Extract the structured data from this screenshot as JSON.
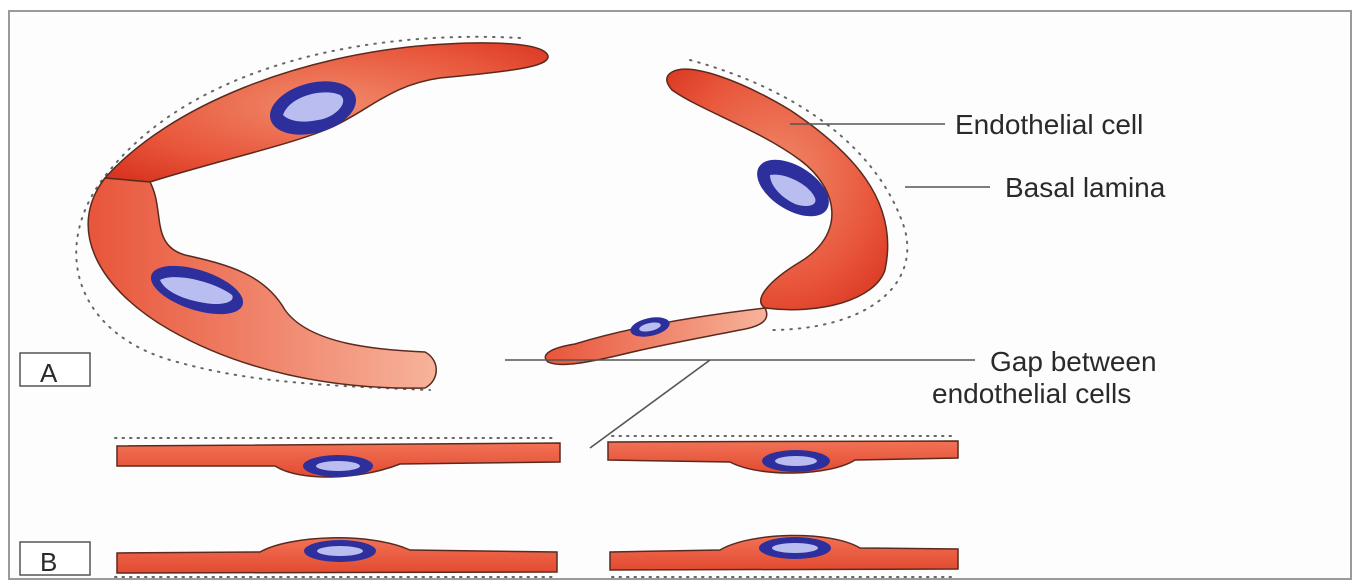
{
  "diagram": {
    "labels": {
      "endothelial_cell": "Endothelial cell",
      "basal_lamina": "Basal lamina",
      "gap_line1": "Gap between",
      "gap_line2": "endothelial cells"
    },
    "panels": {
      "a": "A",
      "b": "B"
    }
  },
  "colors": {
    "cell_fill": "#e8553a",
    "cell_light": "#f4a286",
    "cell_stroke": "#5a2a1e",
    "nucleus_fill": "#2c2f9c",
    "nucleus_inner": "#b9bdf0",
    "leader_line": "#555555",
    "lamina_dots": "#666666"
  }
}
